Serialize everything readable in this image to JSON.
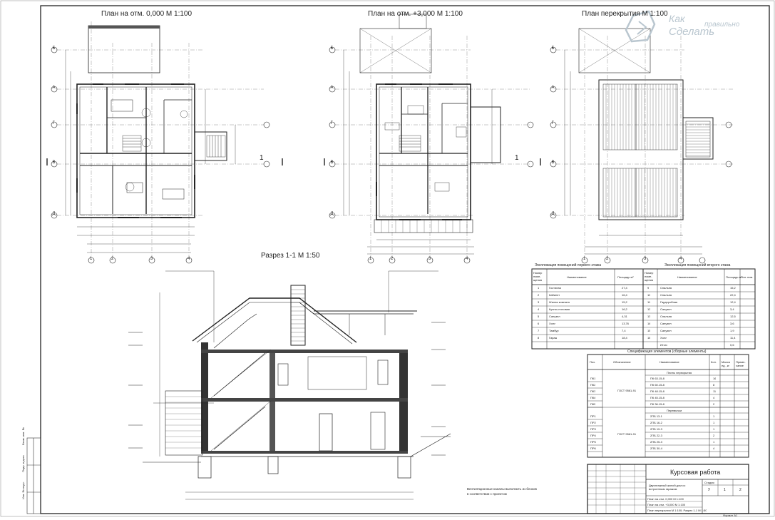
{
  "titles": {
    "plan1": "План на отм. 0,000  М 1:100",
    "plan2": "План на отм. +3,000  М 1:100",
    "plan3": "План перекрытия  М 1:100",
    "section": "Разрез 1-1  М 1:50",
    "cut": "1"
  },
  "watermark": {
    "line1": "Как",
    "line2": "Сделать",
    "line3": "правильно"
  },
  "axes": {
    "rows": [
      "Б",
      "А",
      "Г",
      "В",
      "Д"
    ],
    "cols": [
      "1",
      "2",
      "3",
      "4"
    ]
  },
  "table1": {
    "title": "Экспликация помещений первого этажа",
    "headers": [
      "Номер поме-щения",
      "Наименование",
      "Площадь м²"
    ],
    "rows": [
      [
        "1",
        "Гостиная",
        "27,4"
      ],
      [
        "2",
        "Кабинет",
        "16,4"
      ],
      [
        "3",
        "Жилая комната",
        "15,2"
      ],
      [
        "4",
        "Кухня-столовая",
        "16,2"
      ],
      [
        "5",
        "Санузел",
        "4,31"
      ],
      [
        "6",
        "Холл",
        "13,76"
      ],
      [
        "7",
        "Тамбур",
        "7,4"
      ],
      [
        "8",
        "Гараж",
        "18,4"
      ]
    ]
  },
  "table2": {
    "title": "Экспликация помещений второго этажа",
    "headers": [
      "Номер поме-щения",
      "Наименование",
      "Площадь м²",
      "Кат. пом."
    ],
    "rows": [
      [
        "9",
        "Спальня",
        "15,2",
        ""
      ],
      [
        "10",
        "Спальня",
        "22,4",
        ""
      ],
      [
        "11",
        "Гардеробная",
        "12,4",
        ""
      ],
      [
        "12",
        "Санузел",
        "3,4",
        ""
      ],
      [
        "13",
        "Спальня",
        "12,5",
        ""
      ],
      [
        "14",
        "Санузел",
        "3,6",
        ""
      ],
      [
        "15",
        "Санузел",
        "1,9",
        ""
      ],
      [
        "16",
        "Холл",
        "11,4",
        ""
      ],
      [
        "",
        "Итого",
        "0,6",
        ""
      ]
    ]
  },
  "table3": {
    "title": "Спецификация элементов (сборные элементы)",
    "headers": [
      "Поз.",
      "Обозначение",
      "Наименование",
      "Кол.",
      "Масса ед., кг",
      "Приме-чание"
    ],
    "group1": "Плиты перекрытия",
    "group2": "Перемычки",
    "designation": "ГОСТ 9561-91",
    "rows": [
      [
        "ПК1",
        "ПК 63.15-8",
        "16"
      ],
      [
        "ПК2",
        "ПК 60.15-8",
        "8"
      ],
      [
        "ПК3",
        "ПК 48.15-8",
        "11"
      ],
      [
        "ПК4",
        "ПК 45.15-8",
        "4"
      ],
      [
        "ПК5",
        "ПК 36.15-8",
        "2"
      ],
      [
        "ПР1",
        "2ПБ 13-1",
        "1"
      ],
      [
        "ПР2",
        "2ПБ 16-2",
        "1"
      ],
      [
        "ПР3",
        "2ПБ 19-3",
        "1"
      ],
      [
        "ПР4",
        "2ПБ 22-3",
        "2"
      ],
      [
        "ПР5",
        "2ПБ 25-3",
        "1"
      ],
      [
        "ПР6",
        "2ПБ 30-4",
        "4"
      ]
    ]
  },
  "stamp": {
    "title": "Курсовая работа",
    "subtitle": "Двухэтажный жилой дом со встроенным гаражом",
    "sheet_label": "Стадия",
    "sheet": "У",
    "page": "1",
    "pages": "2",
    "lines": [
      "План на отм. 0,000 М 1:100",
      "План на отм. +3,000 М 1:100",
      "План перекрытия М 1:100; Разрез 1-1 М 1:50"
    ],
    "format": "Формат А1"
  },
  "note": {
    "line1": "Вентиляционные каналы выполнить из блоков",
    "line2": "в соответствии с проектом"
  },
  "side_labels": [
    "Инв. № подл.",
    "Подп. и дата",
    "Взам. инв. №"
  ]
}
